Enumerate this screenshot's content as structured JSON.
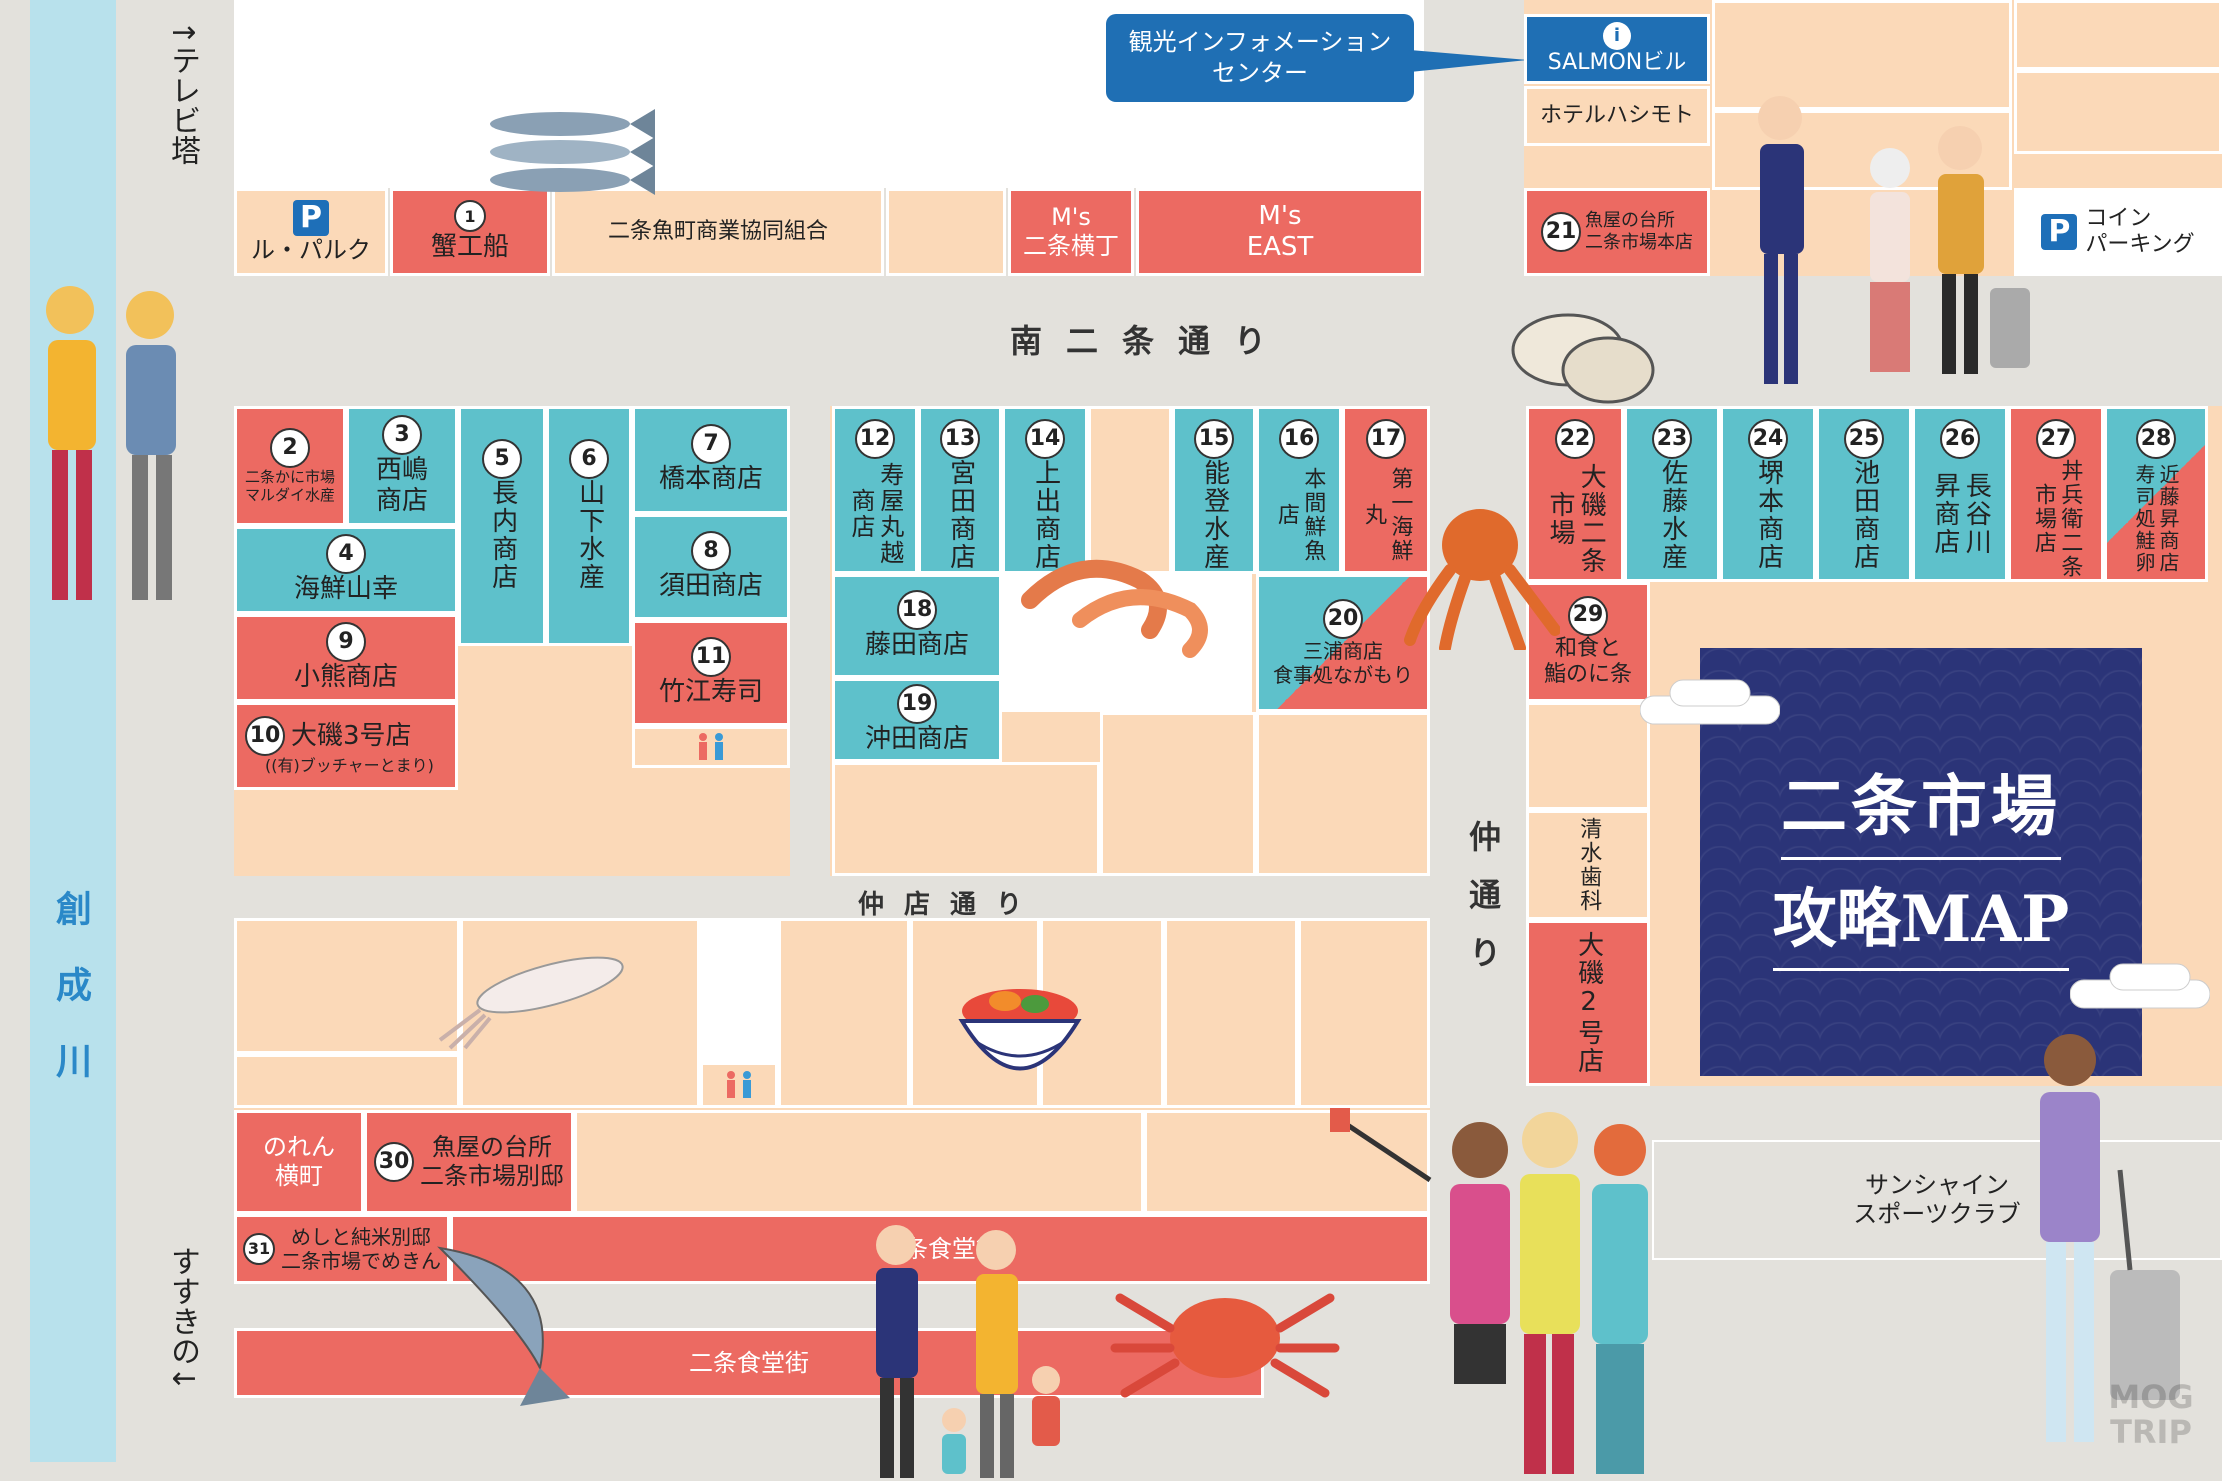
{
  "map": {
    "title_line1": "二条市場",
    "title_line2": "攻略MAP",
    "watermark": "MOG TRIP"
  },
  "labels": {
    "river": "創成川",
    "tv_tower": "↑テレビ塔",
    "susukino": "すすきの↓",
    "info_center": "観光インフォメーション\nセンター",
    "street_minami2": "南二条通り",
    "street_nakamise": "仲店通り",
    "street_naka": "仲通り"
  },
  "colors": {
    "shop_red": "#ec6a62",
    "shop_teal": "#5ec1cb",
    "block_cream": "#fbd9b8",
    "road_gray": "#e3e1dc",
    "river_blue": "#b8e1ec",
    "title_navy": "#2b3478",
    "info_blue": "#1f6fb4"
  },
  "shops": {
    "s1": {
      "num": "1",
      "name": "蟹工船"
    },
    "s2": {
      "num": "2",
      "name": "二条かに市場\nマルダイ水産"
    },
    "s3": {
      "num": "3",
      "name": "西嶋\n商店"
    },
    "s4": {
      "num": "4",
      "name": "海鮮山幸"
    },
    "s5": {
      "num": "5",
      "name": "長内商店"
    },
    "s6": {
      "num": "6",
      "name": "山下水産"
    },
    "s7": {
      "num": "7",
      "name": "橋本商店"
    },
    "s8": {
      "num": "8",
      "name": "須田商店"
    },
    "s9": {
      "num": "9",
      "name": "小熊商店"
    },
    "s10": {
      "num": "10",
      "name": "大磯3号店",
      "sub": "((有)ブッチャーとまり)"
    },
    "s11": {
      "num": "11",
      "name": "竹江寿司"
    },
    "s12": {
      "num": "12",
      "name": "寿屋丸越商店"
    },
    "s13": {
      "num": "13",
      "name": "宮田商店"
    },
    "s14": {
      "num": "14",
      "name": "上出商店"
    },
    "s15": {
      "num": "15",
      "name": "能登水産"
    },
    "s16": {
      "num": "16",
      "name": "本間鮮魚店"
    },
    "s17": {
      "num": "17",
      "name": "第一海鮮丸"
    },
    "s18": {
      "num": "18",
      "name": "藤田商店"
    },
    "s19": {
      "num": "19",
      "name": "沖田商店"
    },
    "s20": {
      "num": "20",
      "name": "三浦商店\n食事処ながもり"
    },
    "s21": {
      "num": "21",
      "name": "魚屋の台所\n二条市場本店"
    },
    "s22": {
      "num": "22",
      "name": "大磯二条市場"
    },
    "s23": {
      "num": "23",
      "name": "佐藤水産"
    },
    "s24": {
      "num": "24",
      "name": "堺本商店"
    },
    "s25": {
      "num": "25",
      "name": "池田商店"
    },
    "s26": {
      "num": "26",
      "name": "長谷川昇商店"
    },
    "s27": {
      "num": "27",
      "name": "丼兵衛二条市場店"
    },
    "s28": {
      "num": "28",
      "name": "近藤昇商店寿司処鮭卵"
    },
    "s29": {
      "num": "29",
      "name": "和食と\n鮨のに条"
    },
    "s30": {
      "num": "30",
      "name": "魚屋の台所\n二条市場別邸"
    },
    "s31": {
      "num": "31",
      "name": "めしと純米別邸\n二条市場でめきん"
    }
  },
  "others": {
    "le_parc": "ル・パルク",
    "union": "二条魚町商業協同組合",
    "ms_yokocho": "M's\n二条横丁",
    "ms_east": "M's\nEAST",
    "salmon": "SALMONビル",
    "hotel": "ホテルハシモト",
    "coin_parking": "コイン\nパーキング",
    "shimizu": "清水歯科",
    "oiso2": "大磯2号店",
    "sunshine": "サンシャイン\nスポーツクラブ",
    "noren": "のれん\n横町",
    "shokudo1": "二条食堂街",
    "shokudo2": "二条食堂街",
    "parking_p": "P",
    "info_i": "i"
  }
}
